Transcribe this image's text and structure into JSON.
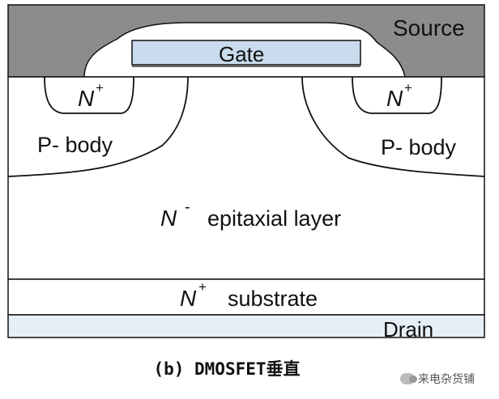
{
  "labels": {
    "source": "Source",
    "gate": "Gate",
    "n_plus_left": "N",
    "n_plus_left_sup": "+",
    "n_plus_right": "N",
    "n_plus_right_sup": "+",
    "p_body_left": "P- body",
    "p_body_right": "P- body",
    "epi_n": "N",
    "epi_sup": "-",
    "epi_text": "epitaxial layer",
    "sub_n": "N",
    "sub_sup": "+",
    "sub_text": "substrate",
    "drain": "Drain"
  },
  "caption": "(b) DMOSFET垂直",
  "watermark": "来电杂货铺",
  "colors": {
    "source_metal": "#8c8c8c",
    "oxide": "#ffffff",
    "gate_poly": "#c9dbec",
    "drain_metal": "#e6eef6",
    "outline": "#111111"
  }
}
